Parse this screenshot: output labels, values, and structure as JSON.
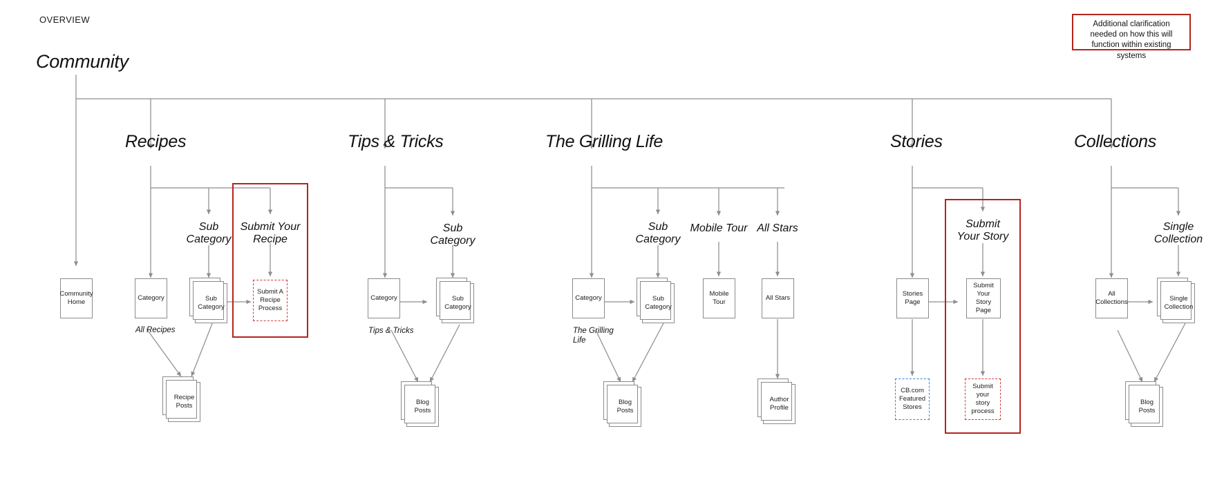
{
  "page": {
    "overview_label": "OVERVIEW",
    "root_title": "Community"
  },
  "annotation": {
    "text": "Additional clarification needed on how this will function within existing systems"
  },
  "colors": {
    "highlight_red": "#b4231d",
    "dashed_red": "#cc3b33",
    "dashed_blue": "#3b7fd4",
    "box_border": "#8a8a8a",
    "connector": "#8e8e8e"
  },
  "root_nodes": [
    {
      "id": "community-home",
      "label": "Community\nHome"
    }
  ],
  "branches": [
    {
      "id": "recipes",
      "title": "Recipes",
      "sub_titles": [
        {
          "id": "recipes-sub-category",
          "label": "Sub\nCategory"
        },
        {
          "id": "recipes-submit-your-recipe",
          "label": "Submit Your\nRecipe"
        }
      ],
      "nodes": [
        {
          "id": "recipes-category",
          "label": "Category",
          "under_label": "All Recipes"
        },
        {
          "id": "recipes-subcategory-box",
          "label": "Sub\nCategory"
        },
        {
          "id": "recipes-submit-process",
          "label": "Submit A\nRecipe\nProcess",
          "style": "dashed-red"
        },
        {
          "id": "recipes-recipe-posts",
          "label": "Recipe\nPosts"
        }
      ]
    },
    {
      "id": "tips-and-tricks",
      "title": "Tips & Tricks",
      "sub_titles": [
        {
          "id": "tips-sub-category",
          "label": "Sub\nCategory"
        }
      ],
      "nodes": [
        {
          "id": "tips-category",
          "label": "Category",
          "under_label": "Tips & Tricks"
        },
        {
          "id": "tips-subcategory-box",
          "label": "Sub\nCategory"
        },
        {
          "id": "tips-blog-posts",
          "label": "Blog Posts"
        }
      ]
    },
    {
      "id": "the-grilling-life",
      "title": "The Grilling Life",
      "sub_titles": [
        {
          "id": "grilling-sub-category",
          "label": "Sub\nCategory"
        },
        {
          "id": "grilling-mobile-tour",
          "label": "Mobile Tour"
        },
        {
          "id": "grilling-all-stars",
          "label": "All Stars"
        }
      ],
      "nodes": [
        {
          "id": "grilling-category",
          "label": "Category",
          "under_label": "The Grilling\nLife"
        },
        {
          "id": "grilling-subcategory-box",
          "label": "Sub\nCategory"
        },
        {
          "id": "grilling-mobile-tour-box",
          "label": "Mobile Tour"
        },
        {
          "id": "grilling-all-stars-box",
          "label": "All Stars"
        },
        {
          "id": "grilling-blog-posts",
          "label": "Blog Posts"
        },
        {
          "id": "grilling-author-profile",
          "label": "Author\nProfile"
        }
      ]
    },
    {
      "id": "stories",
      "title": "Stories",
      "sub_titles": [
        {
          "id": "stories-submit-your-story",
          "label": "Submit\nYour Story"
        }
      ],
      "nodes": [
        {
          "id": "stories-page",
          "label": "Stories\nPage"
        },
        {
          "id": "stories-cb-featured",
          "label": "CB.com\nFeatured\nStores",
          "style": "dashed-blue"
        },
        {
          "id": "stories-submit-page",
          "label": "Submit Your\nStory Page"
        },
        {
          "id": "stories-submit-process",
          "label": "Submit your\nstory\nprocess",
          "style": "dashed-red"
        }
      ]
    },
    {
      "id": "collections",
      "title": "Collections",
      "sub_titles": [
        {
          "id": "collections-single-collection",
          "label": "Single\nCollection"
        }
      ],
      "nodes": [
        {
          "id": "collections-all",
          "label": "All\nCollections"
        },
        {
          "id": "collections-single-box",
          "label": "Single\nCollection"
        },
        {
          "id": "collections-blog-posts",
          "label": "Blog Posts"
        }
      ]
    }
  ]
}
